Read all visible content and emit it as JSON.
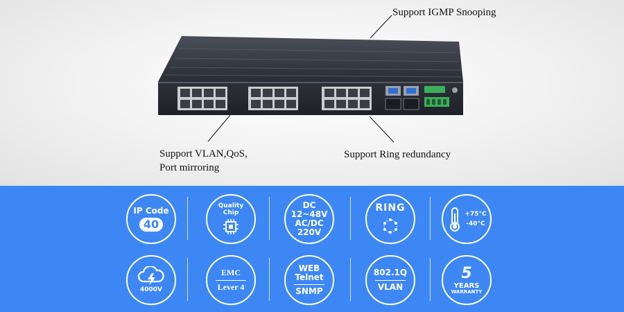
{
  "callouts": {
    "igmp": "Support IGMP Snooping",
    "vlan_line1": "Support VLAN,QoS,",
    "vlan_line2": "Port mirroring",
    "ring": "Support Ring redundancy"
  },
  "features": {
    "ip_code_label": "IP Code",
    "ip_code_value": "40",
    "quality_chip_line1": "Quality",
    "quality_chip_line2": "Chip",
    "power_dc_label": "DC",
    "power_dc_range": "12~48V",
    "power_acdc_label": "AC/DC",
    "power_acdc_value": "220V",
    "ring_label": "RING",
    "temp_high": "+75°C",
    "temp_low": "-40°C",
    "surge_value": "4000V",
    "emc_label": "EMC",
    "emc_level": "Lever 4",
    "web_label": "WEB",
    "telnet_label": "Telnet",
    "snmp_label": "SNMP",
    "dot1q_label": "802.1Q",
    "vlan_label": "VLAN",
    "warranty_number": "5",
    "warranty_years": "YEARS",
    "warranty_word": "WARRANTY"
  },
  "colors": {
    "band_blue": "#3d87f5",
    "device_body": "#2b2e36"
  },
  "icons": [
    "chip-icon",
    "ring-topology-icon",
    "thermometer-icon",
    "cloud-lightning-icon"
  ]
}
